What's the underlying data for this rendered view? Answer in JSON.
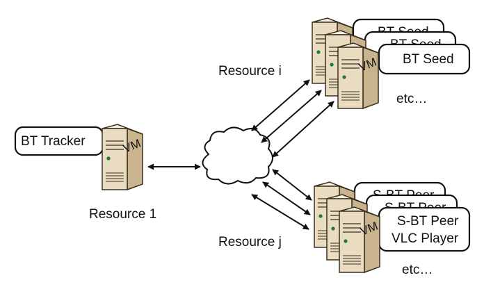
{
  "tracker": {
    "card_label": "BT Tracker",
    "vm_label": "VM",
    "resource_label": "Resource 1"
  },
  "seeds": {
    "resource_label": "Resource i",
    "vm_label": "VM",
    "cards": [
      "BT Seed",
      "BT Seed",
      "BT Seed"
    ],
    "etc_label": "etc…"
  },
  "peers": {
    "resource_label": "Resource j",
    "vm_label": "VM",
    "back_cards": [
      "S-BT Peer",
      "S-BT Peer"
    ],
    "front_card_lines": [
      "S-BT Peer",
      "VLC Player"
    ],
    "etc_label": "etc…"
  },
  "colors": {
    "server_front": "#e9dcc0",
    "server_side": "#c9b48e",
    "server_top": "#f5eedf",
    "server_stroke": "#3a3020",
    "led": "#1e7a2c",
    "outline": "#111111",
    "card_fill": "#ffffff"
  },
  "icons": [
    "server-icon",
    "cloud-icon",
    "double-arrow-icon"
  ]
}
